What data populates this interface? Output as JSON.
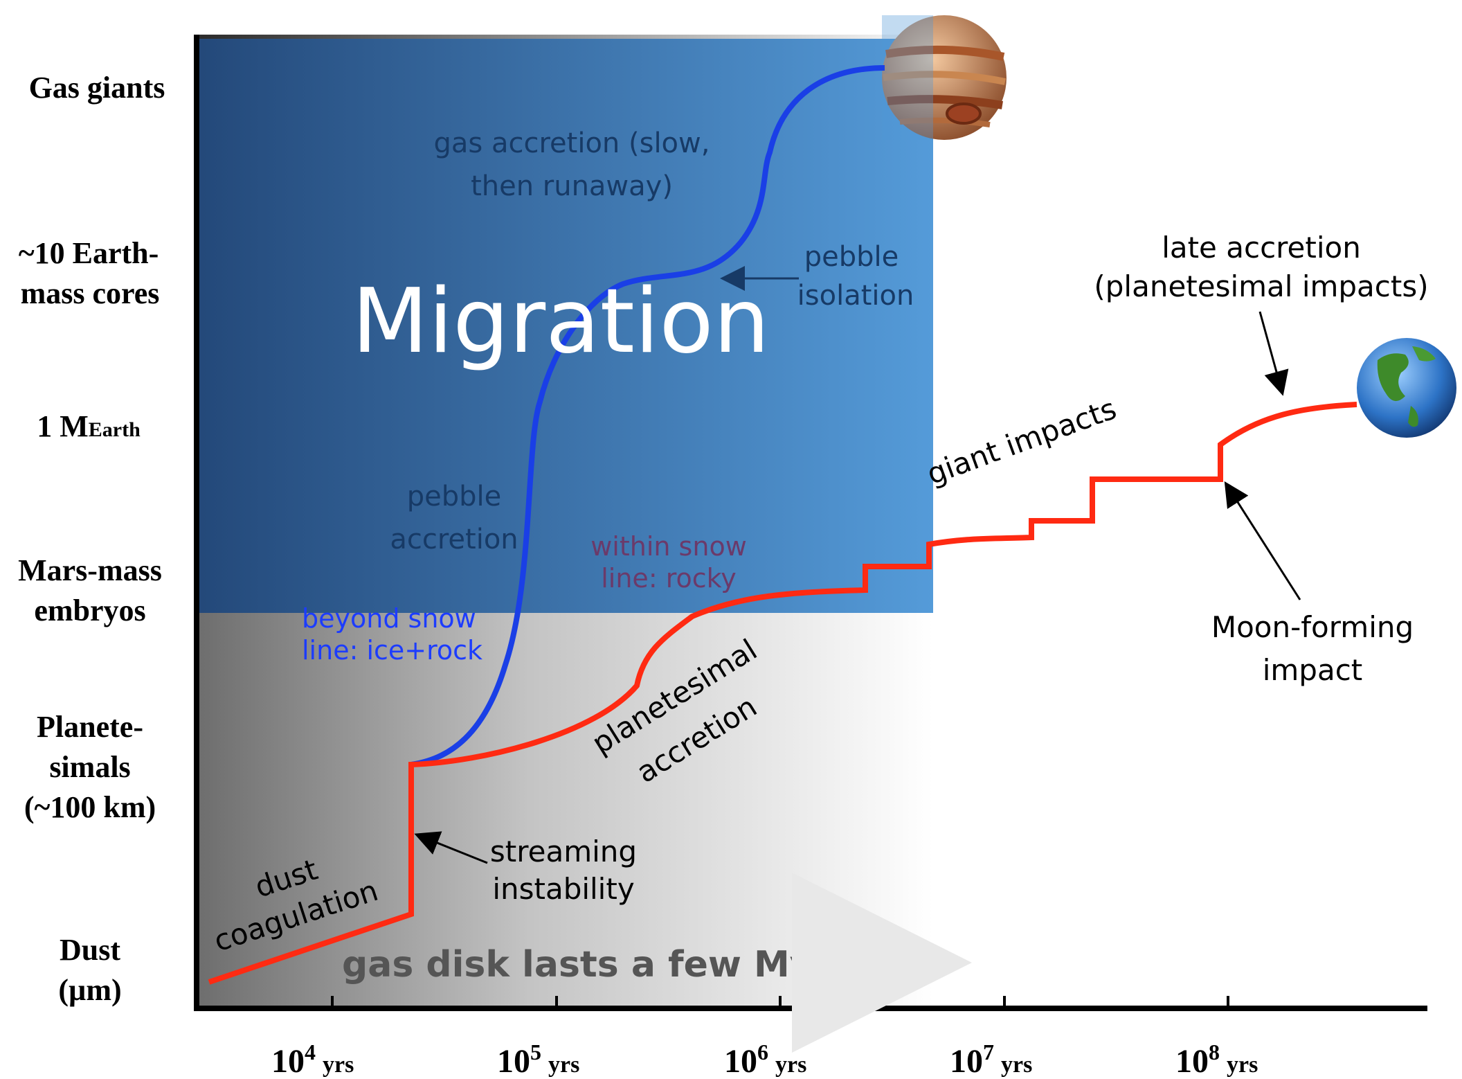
{
  "y_labels": {
    "gas_giants": "Gas giants",
    "cores_line1": "~10 Earth-",
    "cores_line2": "mass cores",
    "earth_mass_prefix": "1 M",
    "earth_mass_sub": "Earth",
    "mars_line1": "Mars-mass",
    "mars_line2": "embryos",
    "plan_line1": "Planete-",
    "plan_line2": "simals",
    "plan_line3": "(~100 km)",
    "dust_line1": "Dust",
    "dust_line2": "(µm)"
  },
  "x_ticks": [
    {
      "base": "10",
      "exp": "4",
      "unit": "yrs"
    },
    {
      "base": "10",
      "exp": "5",
      "unit": "yrs"
    },
    {
      "base": "10",
      "exp": "6",
      "unit": "yrs"
    },
    {
      "base": "10",
      "exp": "7",
      "unit": "yrs"
    },
    {
      "base": "10",
      "exp": "8",
      "unit": "yrs"
    }
  ],
  "labels": {
    "migration": "Migration",
    "gas_accretion_1": "gas accretion (slow,",
    "gas_accretion_2": "then runaway)",
    "pebble_isolation_1": "pebble",
    "pebble_isolation_2": "isolation",
    "pebble_accretion_1": "pebble",
    "pebble_accretion_2": "accretion",
    "beyond_snow_1": "beyond snow",
    "beyond_snow_2": "line: ice+rock",
    "within_snow_1": "within snow",
    "within_snow_2": "line: rocky",
    "planetesimal_accretion_1": "planetesimal",
    "planetesimal_accretion_2": "accretion",
    "giant_impacts": "giant impacts",
    "late_accretion_1": "late accretion",
    "late_accretion_2": "(planetesimal impacts)",
    "moon_forming_1": "Moon-forming",
    "moon_forming_2": "impact",
    "streaming_1": "streaming",
    "streaming_2": "instability",
    "dust_coag_1": "dust",
    "dust_coag_2": "coagulation",
    "gas_disk": "gas disk lasts a few Myr"
  },
  "colors": {
    "migration_box_left": "#22487a",
    "migration_box_right": "#5199d8",
    "gas_disk_left": "#6e6e6e",
    "gas_disk_right": "#ffffff",
    "ice_track": "#1a3fe6",
    "rocky_track": "#ff2a12",
    "label_on_box": "#173a66",
    "beyond_snow_text": "#1c3cff",
    "within_snow_text": "#6b3a6a"
  }
}
